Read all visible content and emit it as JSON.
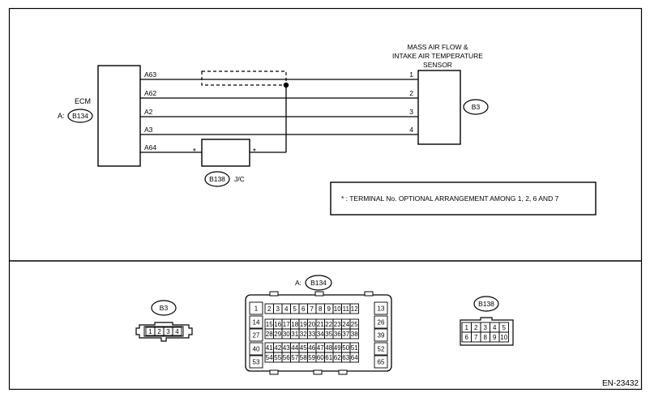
{
  "ecm": {
    "title": "ECM",
    "prefix": "A:",
    "connector": "B134"
  },
  "sensor": {
    "title_lines": [
      "MASS AIR FLOW &",
      "INTAKE AIR TEMPERATURE",
      "SENSOR"
    ],
    "connector": "B3"
  },
  "wires": [
    {
      "ecm_pin": "A63",
      "sensor_pin": "1"
    },
    {
      "ecm_pin": "A62",
      "sensor_pin": "2"
    },
    {
      "ecm_pin": "A2",
      "sensor_pin": "3"
    },
    {
      "ecm_pin": "A3",
      "sensor_pin": "4"
    },
    {
      "ecm_pin": "A64",
      "sensor_pin": ""
    }
  ],
  "joint": {
    "connector": "B138",
    "label": "J/C",
    "star": "*"
  },
  "note": "* : TERMINAL No. OPTIONAL ARRANGEMENT AMONG 1, 2, 6 AND 7",
  "connectors": {
    "b3": {
      "label": "B3",
      "pins": [
        "1",
        "2",
        "3",
        "4"
      ]
    },
    "b134": {
      "prefix": "A:",
      "label": "B134",
      "left_col": [
        "1",
        "14",
        "27",
        "40",
        "53"
      ],
      "right_col": [
        "13",
        "26",
        "39",
        "52",
        "65"
      ],
      "rows": [
        [
          "2",
          "3",
          "4",
          "5",
          "6",
          "7",
          "8",
          "9",
          "10",
          "11",
          "12"
        ],
        [
          "15",
          "16",
          "17",
          "18",
          "19",
          "20",
          "21",
          "22",
          "23",
          "24",
          "25"
        ],
        [
          "28",
          "29",
          "30",
          "31",
          "32",
          "33",
          "34",
          "35",
          "36",
          "37",
          "38"
        ],
        [
          "41",
          "42",
          "43",
          "44",
          "45",
          "46",
          "47",
          "48",
          "49",
          "50",
          "51"
        ],
        [
          "54",
          "55",
          "56",
          "57",
          "58",
          "59",
          "60",
          "61",
          "62",
          "63",
          "64"
        ]
      ]
    },
    "b138": {
      "label": "B138",
      "rows": [
        [
          "1",
          "2",
          "3",
          "4",
          "5"
        ],
        [
          "6",
          "7",
          "8",
          "9",
          "10"
        ]
      ]
    }
  },
  "figure_id": "EN-23432"
}
